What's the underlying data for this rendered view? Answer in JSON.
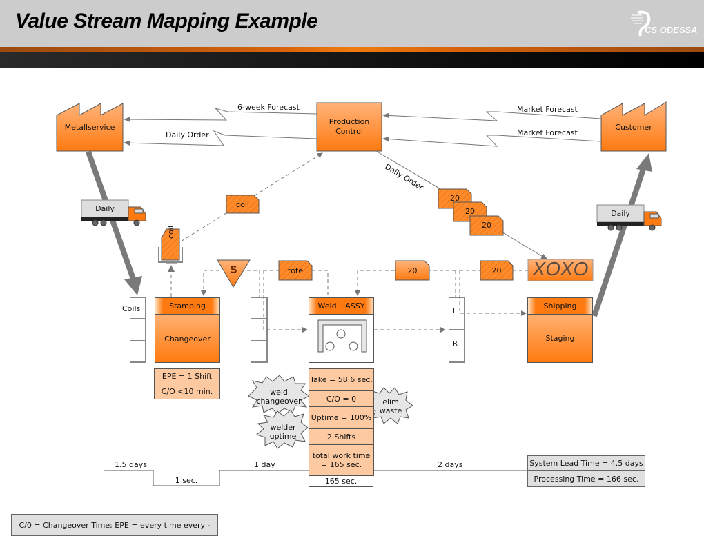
{
  "header": {
    "title": "Value Stream Mapping Example",
    "logo_text": "CS ODESSA"
  },
  "colors": {
    "orange": "#ff7a10",
    "light_orange": "#fdc9a0",
    "gray_arrow": "#808080",
    "header_gray": "#cccccc"
  },
  "entities": {
    "supplier": "Metallservice",
    "customer": "Customer",
    "production_control": [
      "Production",
      "Control"
    ]
  },
  "info_flows": {
    "six_week_forecast": "6-week Forecast",
    "daily_order_supplier": "Daily Order",
    "market_forecast_1": "Market Forecast",
    "market_forecast_2": "Market Forecast",
    "daily_order_shipping": "Daily Order"
  },
  "trucks": {
    "inbound": "Daily",
    "outbound": "Daily"
  },
  "kanbans": {
    "coil_withdrawal": "coil",
    "coil_signal": "coil",
    "tote": "tote",
    "production_20": "20",
    "withdrawal_20": "20",
    "batch": [
      "20",
      "20",
      "20"
    ],
    "supermarket_signal": "S",
    "load_leveling": "XOXO"
  },
  "inventory": {
    "coils": "Coils",
    "left": "L",
    "right": "R"
  },
  "processes": {
    "stamping": {
      "name": "Stamping",
      "kaizen": "Changeover",
      "data": [
        "EPE = 1 Shift",
        "C/O <10 min."
      ]
    },
    "weld": {
      "name": "Weld +ASSY",
      "data": [
        "Take = 58.6 sec.",
        "C/O = 0",
        "Uptime = 100%",
        "2 Shifts",
        "total work time = 165 sec."
      ]
    },
    "shipping": {
      "name": "Shipping",
      "body": "Staging"
    }
  },
  "kaizen_bursts": {
    "weld_changeover": [
      "weld",
      "changeover"
    ],
    "welder_uptime": [
      "welder",
      "uptime"
    ],
    "elim_waste": [
      "elim",
      "waste"
    ]
  },
  "timeline": {
    "wait_1": "1.5 days",
    "process_1": "1 sec.",
    "wait_2": "1 day",
    "process_2": "165 sec.",
    "wait_3": "2 days",
    "system_lead_time": "System Lead Time = 4.5 days",
    "processing_time": "Processing Time = 166 sec."
  },
  "legend": "C/0 = Changeover Time; EPE = every time every -"
}
